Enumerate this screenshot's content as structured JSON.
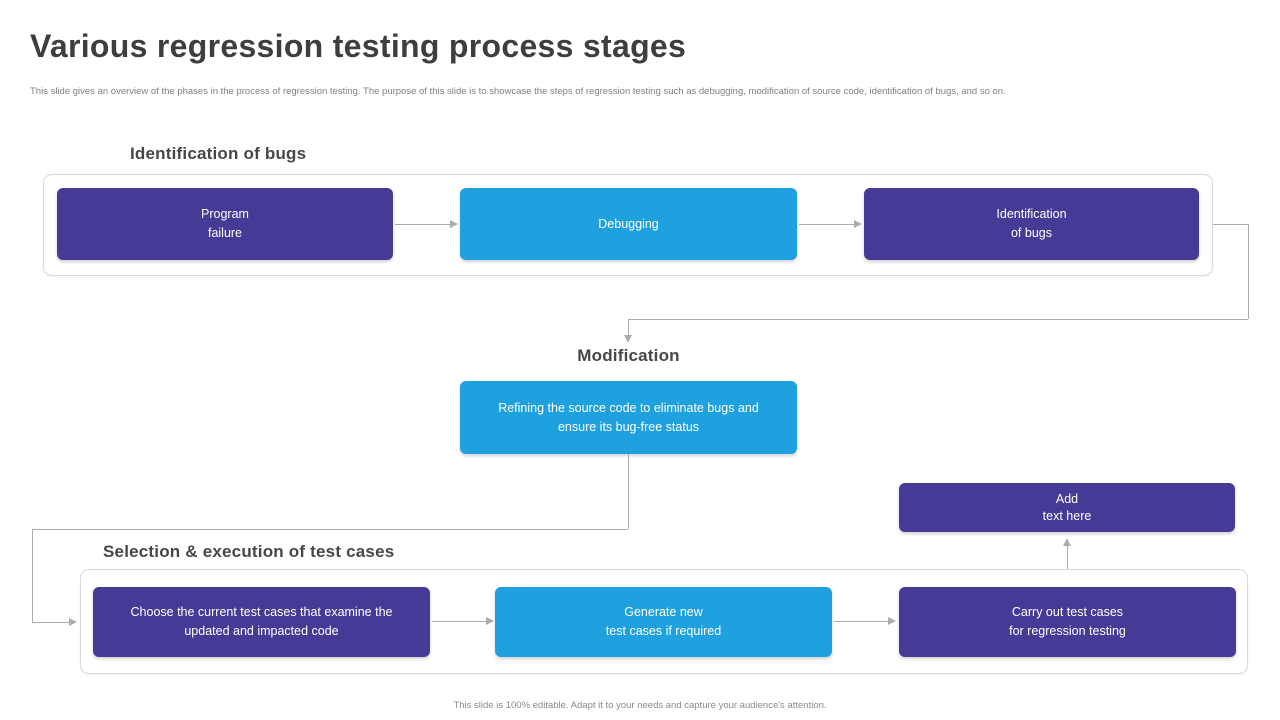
{
  "slide": {
    "title": "Various regression testing process stages",
    "description": "This slide gives an overview of the phases in the process of regression testing. The purpose of this slide is to showcase the steps of regression testing such as debugging, modification of source code, identification of bugs, and so on.",
    "footer_note": "This slide is 100% editable. Adapt it to your needs and capture your audience's attention."
  },
  "colors": {
    "purple": "#453A96",
    "blue": "#1FA1E0",
    "heading_text": "#474747",
    "title_text": "#3E3E3E",
    "muted_text": "#7F7F7F",
    "container_border": "#D9D9D9",
    "connector": "#ABABAB",
    "box_text": "#FFFFFF"
  },
  "sections": [
    {
      "heading": "Identification of bugs",
      "boxes": [
        {
          "label": "Program\nfailure",
          "color": "purple"
        },
        {
          "label": "Debugging",
          "color": "blue"
        },
        {
          "label": "Identification\nof bugs",
          "color": "purple"
        }
      ]
    },
    {
      "heading": "Modification",
      "boxes": [
        {
          "label": "Refining the source code to eliminate bugs and\nensure its bug-free status",
          "color": "blue"
        }
      ]
    },
    {
      "heading": "Selection & execution of test cases",
      "boxes": [
        {
          "label": "Choose the current test cases that examine the\nupdated and impacted code",
          "color": "purple"
        },
        {
          "label": "Generate new\ntest cases if required",
          "color": "blue"
        },
        {
          "label": "Carry out test cases\nfor regression testing",
          "color": "purple"
        }
      ]
    }
  ],
  "placeholder_box": {
    "label": "Add\ntext here",
    "color": "purple"
  }
}
